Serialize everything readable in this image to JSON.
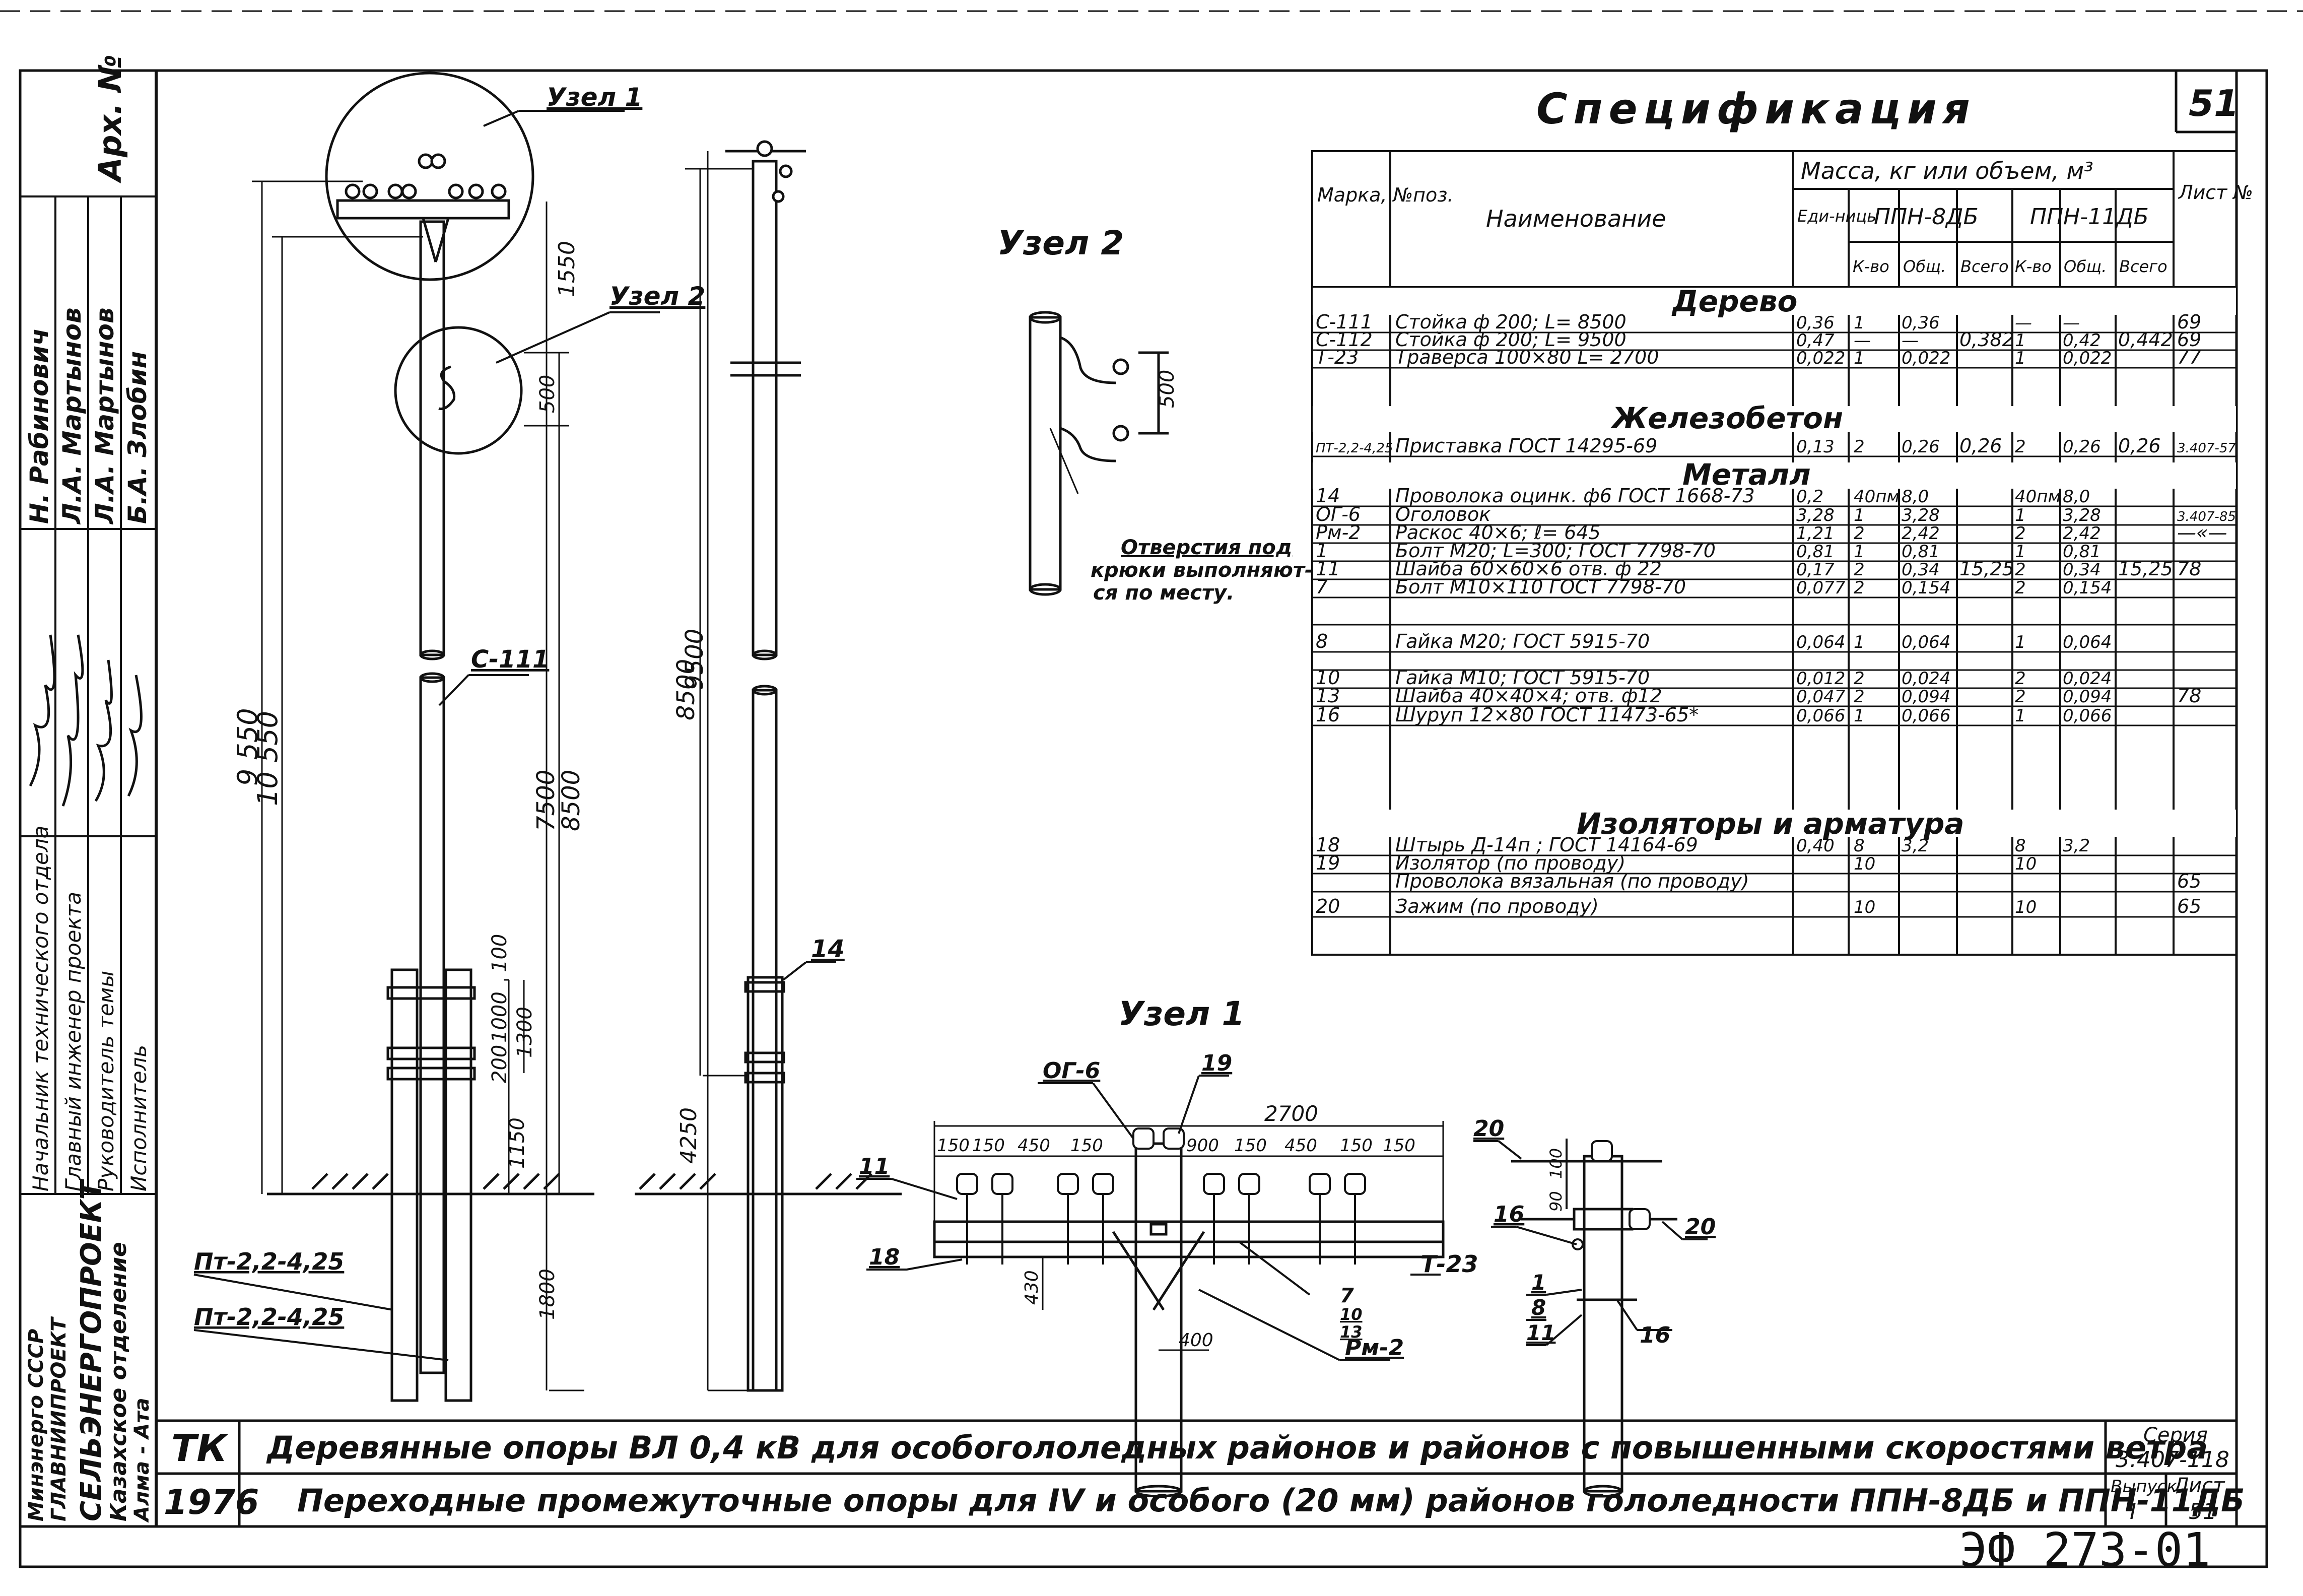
{
  "sheet": {
    "page_number": "51",
    "archive_label": "Арх. №",
    "stamp": "ЭФ 273-01"
  },
  "signatures": {
    "names": [
      "Н. Рабинович",
      "Л.А. Мартынов",
      "Л.А. Мартынов",
      "Б.А. Злобин"
    ],
    "roles": [
      "Начальник технического отдела",
      "Главный инженер проекта",
      "Руководитель темы",
      "Исполнитель"
    ]
  },
  "org": {
    "line1": "Минэнерго СССР",
    "line2": "ГЛАВНИИПРОЕКТ",
    "line3": "СЕЛЬЭНЕРГОПРОЕКТ",
    "line4": "Казахское отделение",
    "line5": "Алма - Ата"
  },
  "title_block": {
    "code": "ТК",
    "year": "1976",
    "title1": "Деревянные опоры ВЛ 0,4 кВ для особогололедных районов и районов с повышенными скоростями ветра",
    "title2": "Переходные промежуточные опоры для IV и особого (20 мм) районов гололедности ППН-8ДБ и ППН-11ДБ",
    "series_label": "Серия",
    "series_value": "3.407-118",
    "issue_label": "Выпуск",
    "issue_value": "I",
    "sheet_label": "Лист",
    "sheet_value": "51"
  },
  "drawing": {
    "node1_label": "Узел 1",
    "node2_label": "Узел 2",
    "node2_title": "Узел 2",
    "node1_title": "Узел 1",
    "holes_note": [
      "Отверстия под",
      "крюки выполняют-",
      "ся по месту."
    ],
    "pole_mark": "С-111",
    "wire_mark": "14",
    "stub1": "Пт-2,2-4,25",
    "stub2": "Пт-2,2-4,25",
    "dims_left": {
      "d1550": "1550",
      "d500": "500",
      "h9550": "9 550",
      "h10550": "10 550",
      "d7500": "7500",
      "d8500": "8500",
      "d100": "100",
      "d1000": "1000",
      "d1300": "1300",
      "d200": "200",
      "d1150": "1150",
      "d1800": "1800"
    },
    "dims_mid": {
      "d8500": "8500",
      "d9500": "9500",
      "d4250": "4250"
    },
    "node2_dim": "500",
    "node1_dims": {
      "span": "2700",
      "left": [
        "150",
        "150",
        "450",
        "150"
      ],
      "center": "900",
      "right": [
        "150",
        "450",
        "150",
        "150"
      ],
      "d430": "430",
      "d400": "400"
    },
    "node1_marks": {
      "og6": "ОГ-6",
      "m19": "19",
      "m11": "11",
      "m18": "18",
      "t23": "Т-23",
      "m7": "7",
      "m10": "10",
      "m13": "13",
      "rm2": "Рм-2"
    },
    "side_marks": {
      "m20a": "20",
      "m20b": "20",
      "m16a": "16",
      "m1": "1",
      "m8": "8",
      "m11": "11",
      "m16b": "16",
      "d100": "100",
      "d90": "90"
    }
  },
  "spec": {
    "title": "Спецификация",
    "headers": {
      "mark": "Марка, №поз.",
      "name": "Наименование",
      "mass": "Масса, кг или объем, м³",
      "unit": "Еди-ницы",
      "group1": "ППН-8ДБ",
      "group2": "ППН-11ДБ",
      "qty": "К-во",
      "total": "Общ.",
      "all": "Всего",
      "sheet": "Лист №"
    },
    "sections": {
      "wood": "Дерево",
      "concrete": "Железобетон",
      "metal": "Металл",
      "insul": "Изоляторы и арматура"
    },
    "rows": [
      {
        "mark": "С-111",
        "name": "Стойка  ф 200;  L= 8500",
        "u": "0,36",
        "q1": "1",
        "t1": "0,36",
        "a1": "",
        "q2": "—",
        "t2": "—",
        "a2": "",
        "sh": "69"
      },
      {
        "mark": "С-112",
        "name": "Стойка  ф 200;  L= 9500",
        "u": "0,47",
        "q1": "—",
        "t1": "—",
        "a1": "0,382",
        "q2": "1",
        "t2": "0,42",
        "a2": "0,442",
        "sh": "69"
      },
      {
        "mark": "Т-23",
        "name": "Траверса 100×80 L= 2700",
        "u": "0,022",
        "q1": "1",
        "t1": "0,022",
        "a1": "",
        "q2": "1",
        "t2": "0,022",
        "a2": "",
        "sh": "77"
      },
      {
        "mark": "ПТ-2,2-4,25",
        "name": "Приставка  ГОСТ 14295-69",
        "u": "0,13",
        "q1": "2",
        "t1": "0,26",
        "a1": "0,26",
        "q2": "2",
        "t2": "0,26",
        "a2": "0,26",
        "sh": "3.407-57"
      },
      {
        "mark": "14",
        "name": "Проволока оцинк. ф6 ГОСТ 1668-73",
        "u": "0,2",
        "q1": "40пм",
        "t1": "8,0",
        "a1": "",
        "q2": "40пм",
        "t2": "8,0",
        "a2": "",
        "sh": ""
      },
      {
        "mark": "ОГ-6",
        "name": "Оголовок",
        "u": "3,28",
        "q1": "1",
        "t1": "3,28",
        "a1": "",
        "q2": "1",
        "t2": "3,28",
        "a2": "",
        "sh": "3.407-85"
      },
      {
        "mark": "Рм-2",
        "name": "Раскос 40×6;  ℓ= 645",
        "u": "1,21",
        "q1": "2",
        "t1": "2,42",
        "a1": "",
        "q2": "2",
        "t2": "2,42",
        "a2": "",
        "sh": "—«—"
      },
      {
        "mark": "1",
        "name": "Болт М20; L=300; ГОСТ 7798-70",
        "u": "0,81",
        "q1": "1",
        "t1": "0,81",
        "a1": "",
        "q2": "1",
        "t2": "0,81",
        "a2": "",
        "sh": ""
      },
      {
        "mark": "11",
        "name": "Шайба 60×60×6  отв. ф 22",
        "u": "0,17",
        "q1": "2",
        "t1": "0,34",
        "a1": "15,25",
        "q2": "2",
        "t2": "0,34",
        "a2": "15,25",
        "sh": "78"
      },
      {
        "mark": "7",
        "name": "Болт М10×110  ГОСТ 7798-70",
        "u": "0,077",
        "q1": "2",
        "t1": "0,154",
        "a1": "",
        "q2": "2",
        "t2": "0,154",
        "a2": "",
        "sh": ""
      },
      {
        "mark": "",
        "name": "",
        "u": "",
        "q1": "",
        "t1": "",
        "a1": "",
        "q2": "",
        "t2": "",
        "a2": "",
        "sh": ""
      },
      {
        "mark": "8",
        "name": "Гайка М20;      ГОСТ 5915-70",
        "u": "0,064",
        "q1": "1",
        "t1": "0,064",
        "a1": "",
        "q2": "1",
        "t2": "0,064",
        "a2": "",
        "sh": ""
      },
      {
        "mark": "",
        "name": "",
        "u": "",
        "q1": "",
        "t1": "",
        "a1": "",
        "q2": "",
        "t2": "",
        "a2": "",
        "sh": ""
      },
      {
        "mark": "10",
        "name": "Гайка М10;      ГОСТ 5915-70",
        "u": "0,012",
        "q1": "2",
        "t1": "0,024",
        "a1": "",
        "q2": "2",
        "t2": "0,024",
        "a2": "",
        "sh": ""
      },
      {
        "mark": "13",
        "name": "Шайба 40×40×4;  отв. ф12",
        "u": "0,047",
        "q1": "2",
        "t1": "0,094",
        "a1": "",
        "q2": "2",
        "t2": "0,094",
        "a2": "",
        "sh": "78"
      },
      {
        "mark": "16",
        "name": "Шуруп  12×80   ГОСТ 11473-65*",
        "u": "0,066",
        "q1": "1",
        "t1": "0,066",
        "a1": "",
        "q2": "1",
        "t2": "0,066",
        "a2": "",
        "sh": ""
      },
      {
        "mark": "18",
        "name": "Штырь Д-14п ;  ГОСТ 14164-69",
        "u": "0,40",
        "q1": "8",
        "t1": "3,2",
        "a1": "",
        "q2": "8",
        "t2": "3,2",
        "a2": "",
        "sh": ""
      },
      {
        "mark": "19",
        "name": "Изолятор     (по проводу)",
        "u": "",
        "q1": "10",
        "t1": "",
        "a1": "",
        "q2": "10",
        "t2": "",
        "a2": "",
        "sh": ""
      },
      {
        "mark": "",
        "name": "Проволока вязальная  (по проводу)",
        "u": "",
        "q1": "",
        "t1": "",
        "a1": "",
        "q2": "",
        "t2": "",
        "a2": "",
        "sh": "65"
      },
      {
        "mark": "20",
        "name": "Зажим              (по проводу)",
        "u": "",
        "q1": "10",
        "t1": "",
        "a1": "",
        "q2": "10",
        "t2": "",
        "a2": "",
        "sh": "65"
      }
    ]
  }
}
